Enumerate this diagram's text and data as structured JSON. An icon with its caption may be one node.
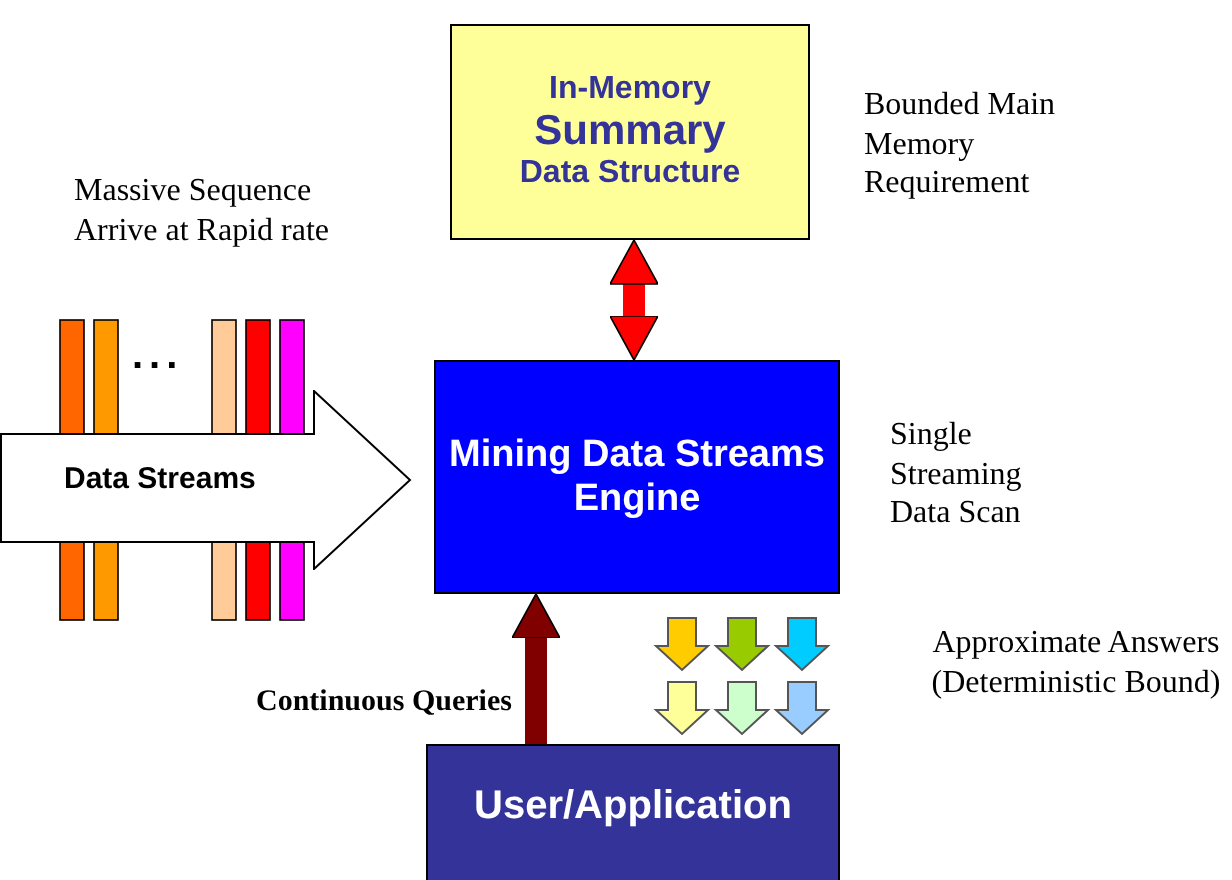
{
  "diagram": {
    "nodes": [
      {
        "text": [
          "In-Memory",
          "Summary",
          "Data Structure"
        ]
      },
      {
        "text": [
          "Mining Data Streams Engine"
        ]
      },
      {
        "text": [
          "Data Streams"
        ]
      },
      {
        "text": [
          "User/Application"
        ]
      }
    ],
    "edges": [
      {
        "from": 0,
        "to": 1,
        "arrow": "both",
        "color": "#ff0000"
      },
      {
        "from": 3,
        "to": 1,
        "arrow": "to",
        "color": "#800000",
        "label": "Continuous Queries"
      }
    ],
    "labels": [
      "Massive Sequence Arrive at Rapid rate",
      "...",
      "Bounded Main Memory Requirement",
      "Single Streaming Data Scan",
      "Approximate Answers (Deterministic Bound)"
    ]
  }
}
